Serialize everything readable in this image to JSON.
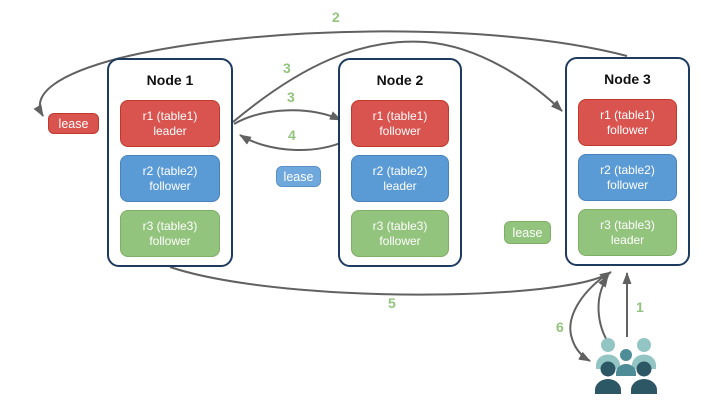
{
  "colors": {
    "node_border": "#1E3A5F",
    "arrow": "#616161",
    "step_label": "#93C47D",
    "red_fill": "#D9534F",
    "red_border": "#C0392B",
    "blue_fill": "#5B9BD5",
    "blue_border": "#4981BB",
    "green_fill": "#93C47D",
    "green_border": "#7FAF65",
    "lease_blue_fill": "#6FA8DC",
    "lease_blue_border": "#5B91C9",
    "people_light": "#93C5C5",
    "people_mid": "#4E8C98",
    "people_dark": "#2D5765"
  },
  "nodes": [
    {
      "title": "Node 1",
      "replicas": [
        {
          "name": "r1 (table1)",
          "role": "leader",
          "color": "red"
        },
        {
          "name": "r2 (table2)",
          "role": "follower",
          "color": "blue"
        },
        {
          "name": "r3 (table3)",
          "role": "follower",
          "color": "green"
        }
      ]
    },
    {
      "title": "Node 2",
      "replicas": [
        {
          "name": "r1 (table1)",
          "role": "follower",
          "color": "red"
        },
        {
          "name": "r2 (table2)",
          "role": "leader",
          "color": "blue"
        },
        {
          "name": "r3 (table3)",
          "role": "follower",
          "color": "green"
        }
      ]
    },
    {
      "title": "Node 3",
      "replicas": [
        {
          "name": "r1 (table1)",
          "role": "follower",
          "color": "red"
        },
        {
          "name": "r2 (table2)",
          "role": "follower",
          "color": "blue"
        },
        {
          "name": "r3 (table3)",
          "role": "leader",
          "color": "green"
        }
      ]
    }
  ],
  "leases": {
    "table1": "lease",
    "table2": "lease",
    "table3": "lease"
  },
  "steps": {
    "s1": "1",
    "s2": "2",
    "s3a": "3",
    "s3b": "3",
    "s4": "4",
    "s5": "5",
    "s6": "6"
  }
}
